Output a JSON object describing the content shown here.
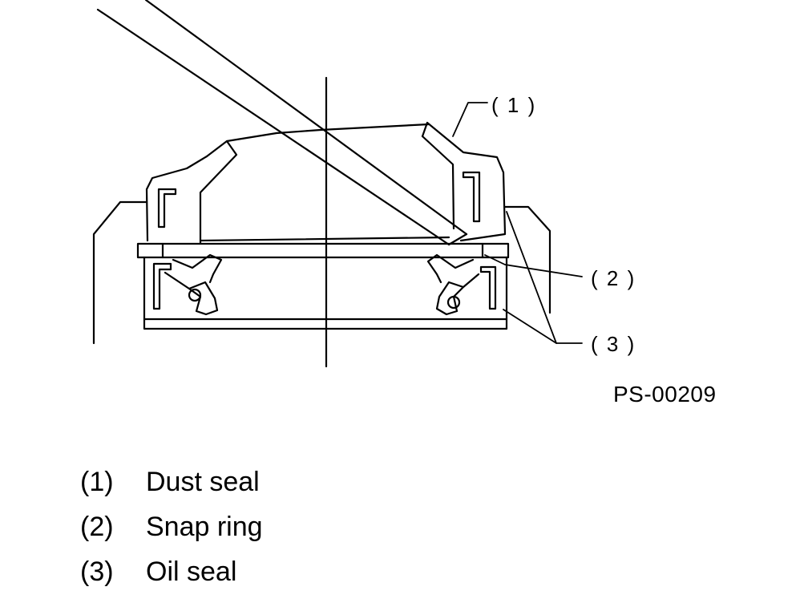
{
  "callouts": [
    {
      "id": "1",
      "label": "( 1 )"
    },
    {
      "id": "2",
      "label": "( 2 )"
    },
    {
      "id": "3",
      "label": "( 3 )"
    }
  ],
  "figure_code": "PS-00209",
  "legend": [
    {
      "num": "(1)",
      "text": "Dust seal"
    },
    {
      "num": "(2)",
      "text": "Snap ring"
    },
    {
      "num": "(3)",
      "text": "Oil seal"
    }
  ],
  "colors": {
    "line": "#000000",
    "background": "#ffffff"
  }
}
